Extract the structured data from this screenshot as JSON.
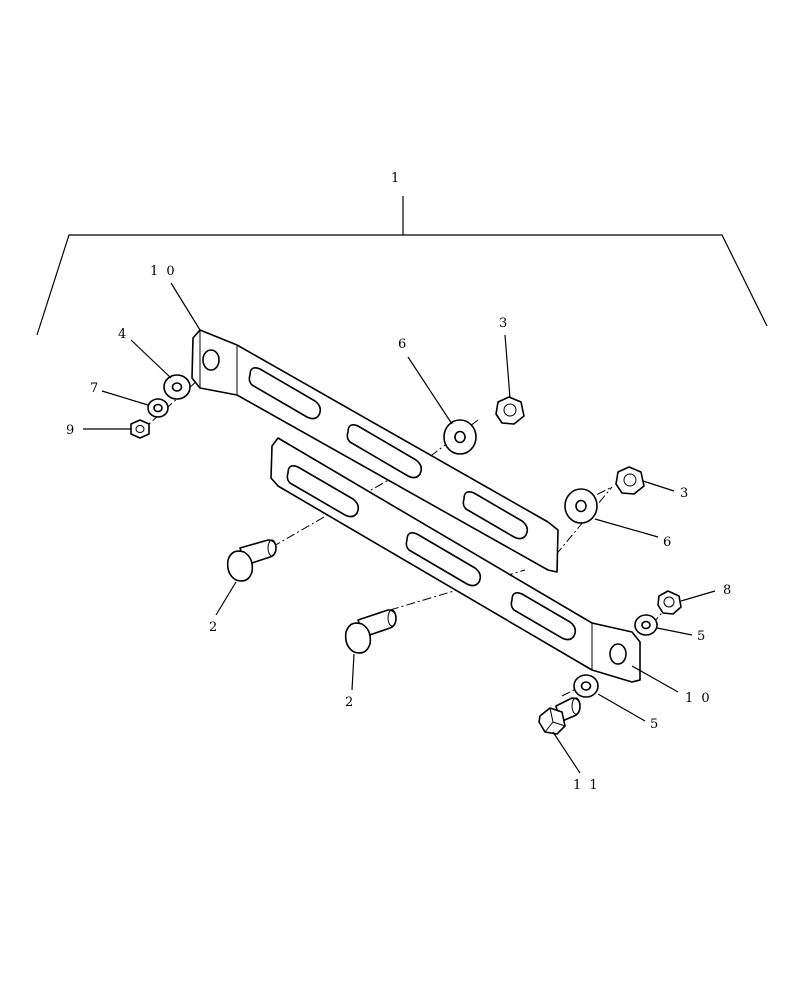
{
  "callouts": {
    "assembly": "1",
    "carriage_bolt_a": "2",
    "carriage_bolt_b": "2",
    "nut_top": "3",
    "nut_right": "3",
    "washer_4": "4",
    "washer_5a": "5",
    "washer_5b": "5",
    "washer_6a": "6",
    "washer_6b": "6",
    "lock_washer_7": "7",
    "nut_8": "8",
    "nut_9": "9",
    "bar_upper": "1 0",
    "bar_lower": "1 0",
    "hex_bolt": "1 1"
  }
}
